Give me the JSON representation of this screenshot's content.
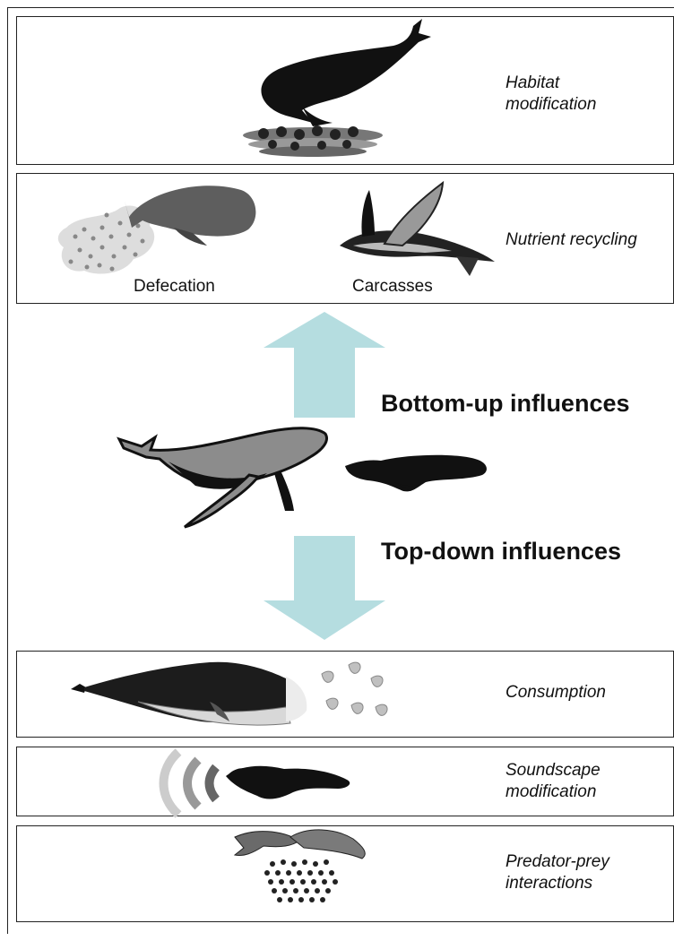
{
  "panels": {
    "habitat": {
      "label_line1": "Habitat",
      "label_line2": "modification",
      "icon": "whale-breaching-on-seafloor"
    },
    "nutrient": {
      "label": "Nutrient recycling",
      "defecation": "Defecation",
      "carcasses": "Carcasses",
      "icons": [
        "sperm-whale-defecation",
        "whale-carcass"
      ]
    },
    "consumption": {
      "label": "Consumption",
      "icon": "blue-whale-feeding-krill"
    },
    "soundscape": {
      "label_line1": "Soundscape",
      "label_line2": "modification",
      "icon": "seal-with-sound-waves"
    },
    "predator": {
      "label_line1": "Predator-prey",
      "label_line2": "interactions",
      "icon": "whales-over-fish-school"
    }
  },
  "center": {
    "bottom_up": "Bottom-up influences",
    "top_down": "Top-down influences",
    "arrow_color": "#b5dde0",
    "icons": [
      "humpback-whale",
      "seal"
    ]
  }
}
